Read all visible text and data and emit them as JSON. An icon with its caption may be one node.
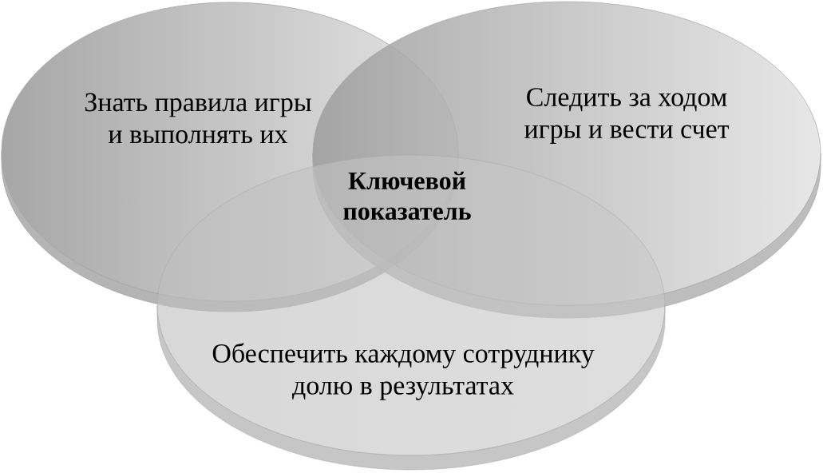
{
  "diagram": {
    "nodes": [
      {
        "text": [
          "Знать правила игры и выполнять их"
        ]
      },
      {
        "text": [
          "Следить за ходом игры и вести счет"
        ]
      },
      {
        "text": [
          "Обеспечить каждому сотруднику долю в результатах"
        ]
      }
    ],
    "labels": [
      "Ключевой показатель"
    ]
  }
}
